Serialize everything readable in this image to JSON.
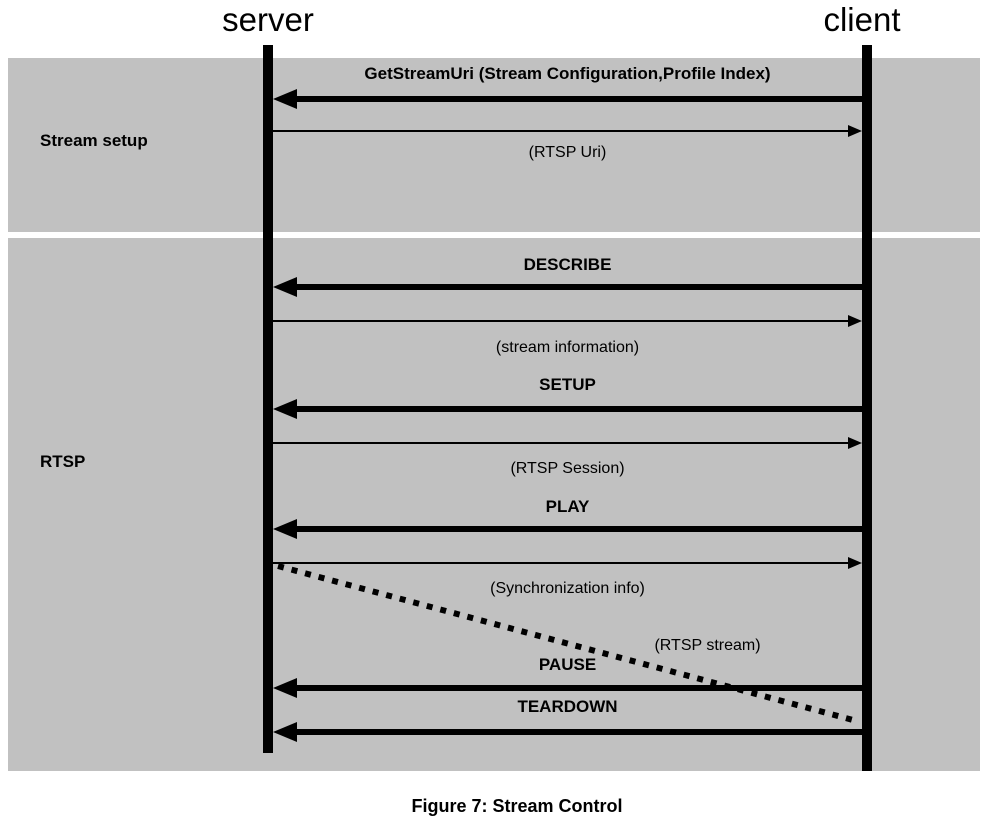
{
  "actors": {
    "server": "server",
    "client": "client"
  },
  "sections": {
    "stream_setup": "Stream setup",
    "rtsp": "RTSP"
  },
  "messages": {
    "get_stream_uri": "GetStreamUri (Stream Configuration,Profile Index)",
    "rtsp_uri": "(RTSP Uri)",
    "describe": "DESCRIBE",
    "stream_information": "(stream information)",
    "setup": "SETUP",
    "rtsp_session": "(RTSP Session)",
    "play": "PLAY",
    "synchronization_info": "(Synchronization info)",
    "rtsp_stream": "(RTSP stream)",
    "pause": "PAUSE",
    "teardown": "TEARDOWN"
  },
  "caption": "Figure 7: Stream Control",
  "colors": {
    "band": "#c1c1c1",
    "line": "#000000"
  }
}
